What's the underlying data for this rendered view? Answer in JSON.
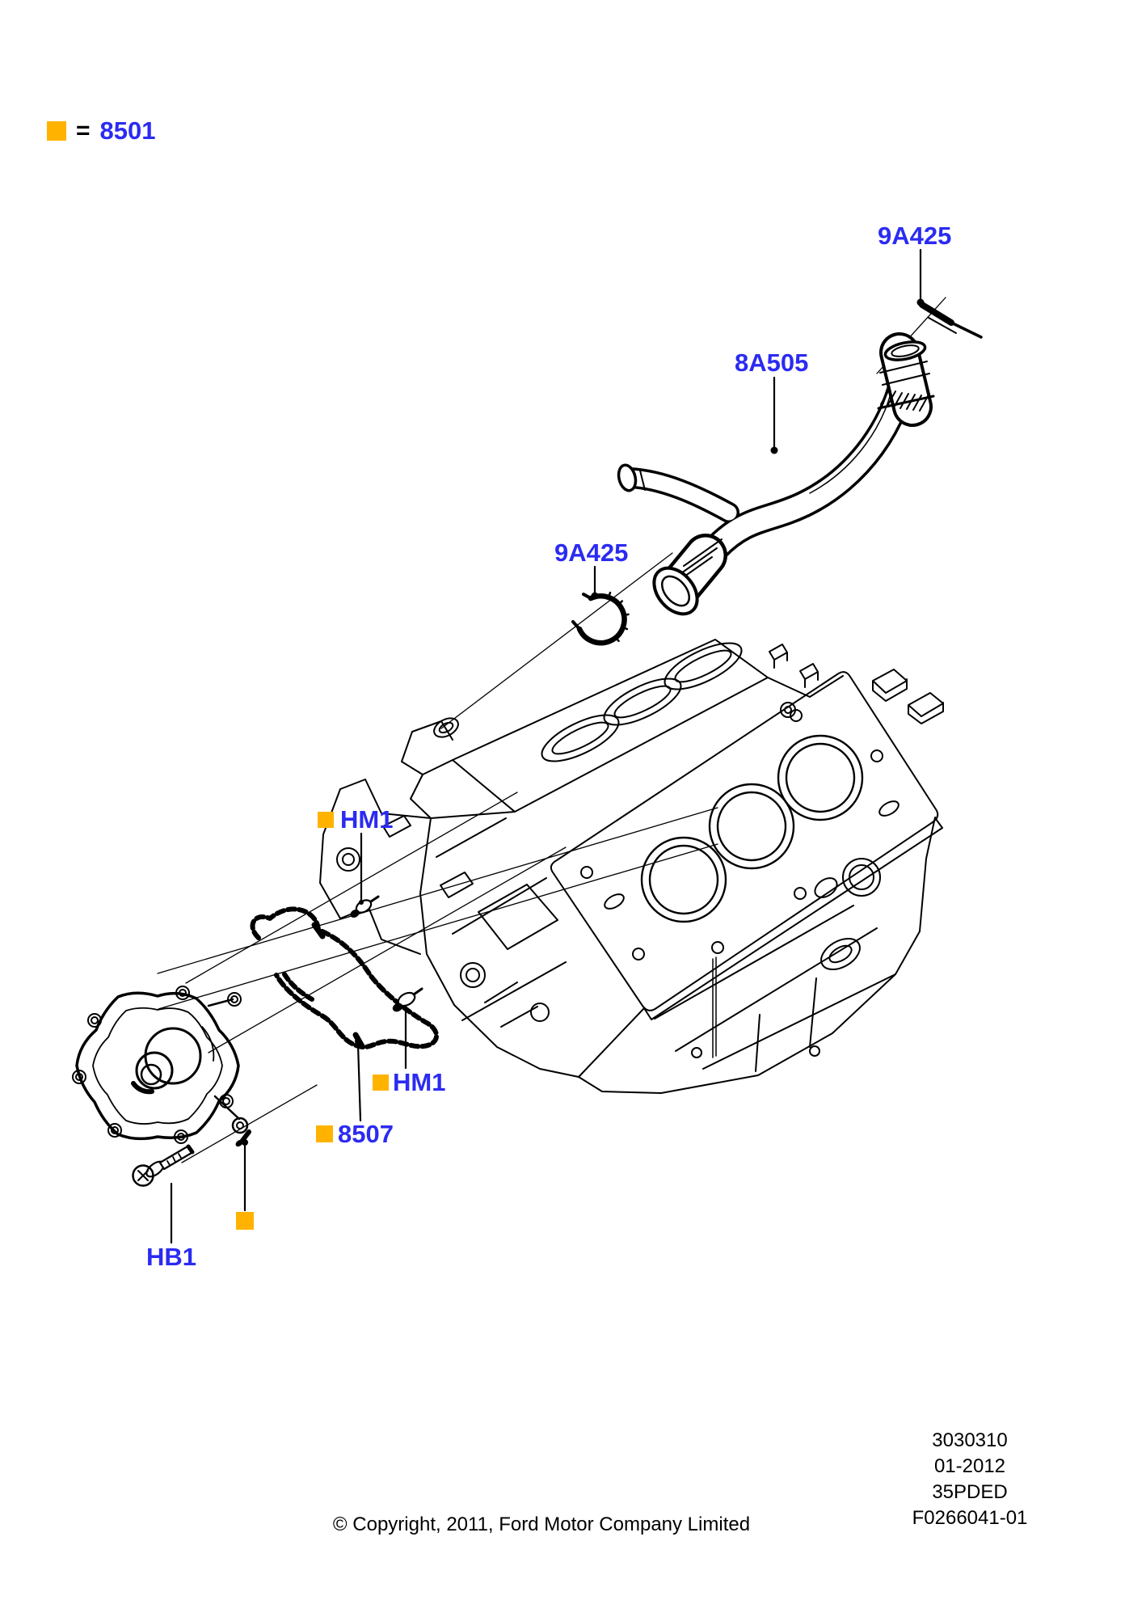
{
  "colors": {
    "label_blue": "#2b2bf2",
    "swatch_orange": "#ffb300",
    "ink": "#000000",
    "background": "#ffffff"
  },
  "legend": {
    "equals": "=",
    "code": "8501"
  },
  "callouts": {
    "clamp_top": {
      "label": "9A425",
      "has_swatch": false
    },
    "hose": {
      "label": "8A505",
      "has_swatch": false
    },
    "clamp_mid": {
      "label": "9A425",
      "has_swatch": false
    },
    "bolt_upper": {
      "label": "HM1",
      "has_swatch": true
    },
    "bolt_lower": {
      "label": "HM1",
      "has_swatch": true
    },
    "gasket": {
      "label": "8507",
      "has_swatch": true
    },
    "bolt_pump": {
      "label": "HB1",
      "has_swatch": false
    },
    "pump_stud": {
      "label": "",
      "has_swatch": true
    }
  },
  "doc_info": {
    "lines": [
      "3030310",
      "01-2012",
      "35PDED",
      "F0266041-01"
    ]
  },
  "footer": {
    "copyright": "© Copyright, 2011, Ford Motor Company Limited"
  }
}
